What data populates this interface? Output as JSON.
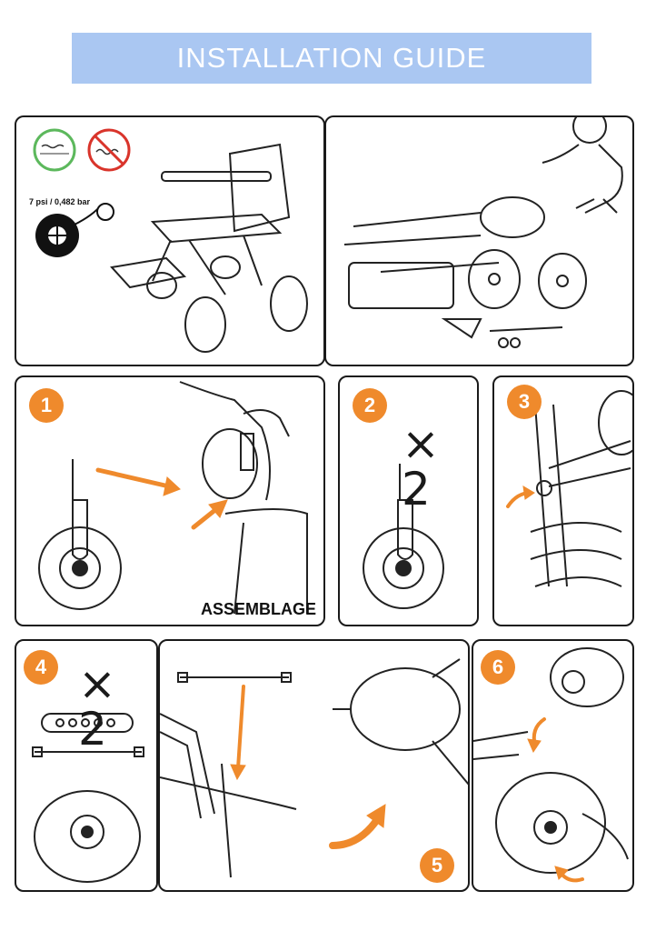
{
  "header": {
    "title": "INSTALLATION GUIDE"
  },
  "overview": {
    "pressure_label": "7 psi / 0,482 bar",
    "icons": [
      "water-allowed-icon",
      "water-forbidden-icon",
      "pressure-gauge-icon"
    ]
  },
  "steps": [
    {
      "number": "1",
      "caption": "ASSEMBLAGE"
    },
    {
      "number": "2",
      "multiplier": "× 2"
    },
    {
      "number": "3"
    },
    {
      "number": "4",
      "multiplier": "× 2"
    },
    {
      "number": "5"
    },
    {
      "number": "6"
    }
  ],
  "colors": {
    "banner": "#aac7f2",
    "step_badge": "#ef8a2c",
    "arrow": "#ef8a2c",
    "ok": "#5cb85c",
    "forbidden": "#d9342b"
  }
}
